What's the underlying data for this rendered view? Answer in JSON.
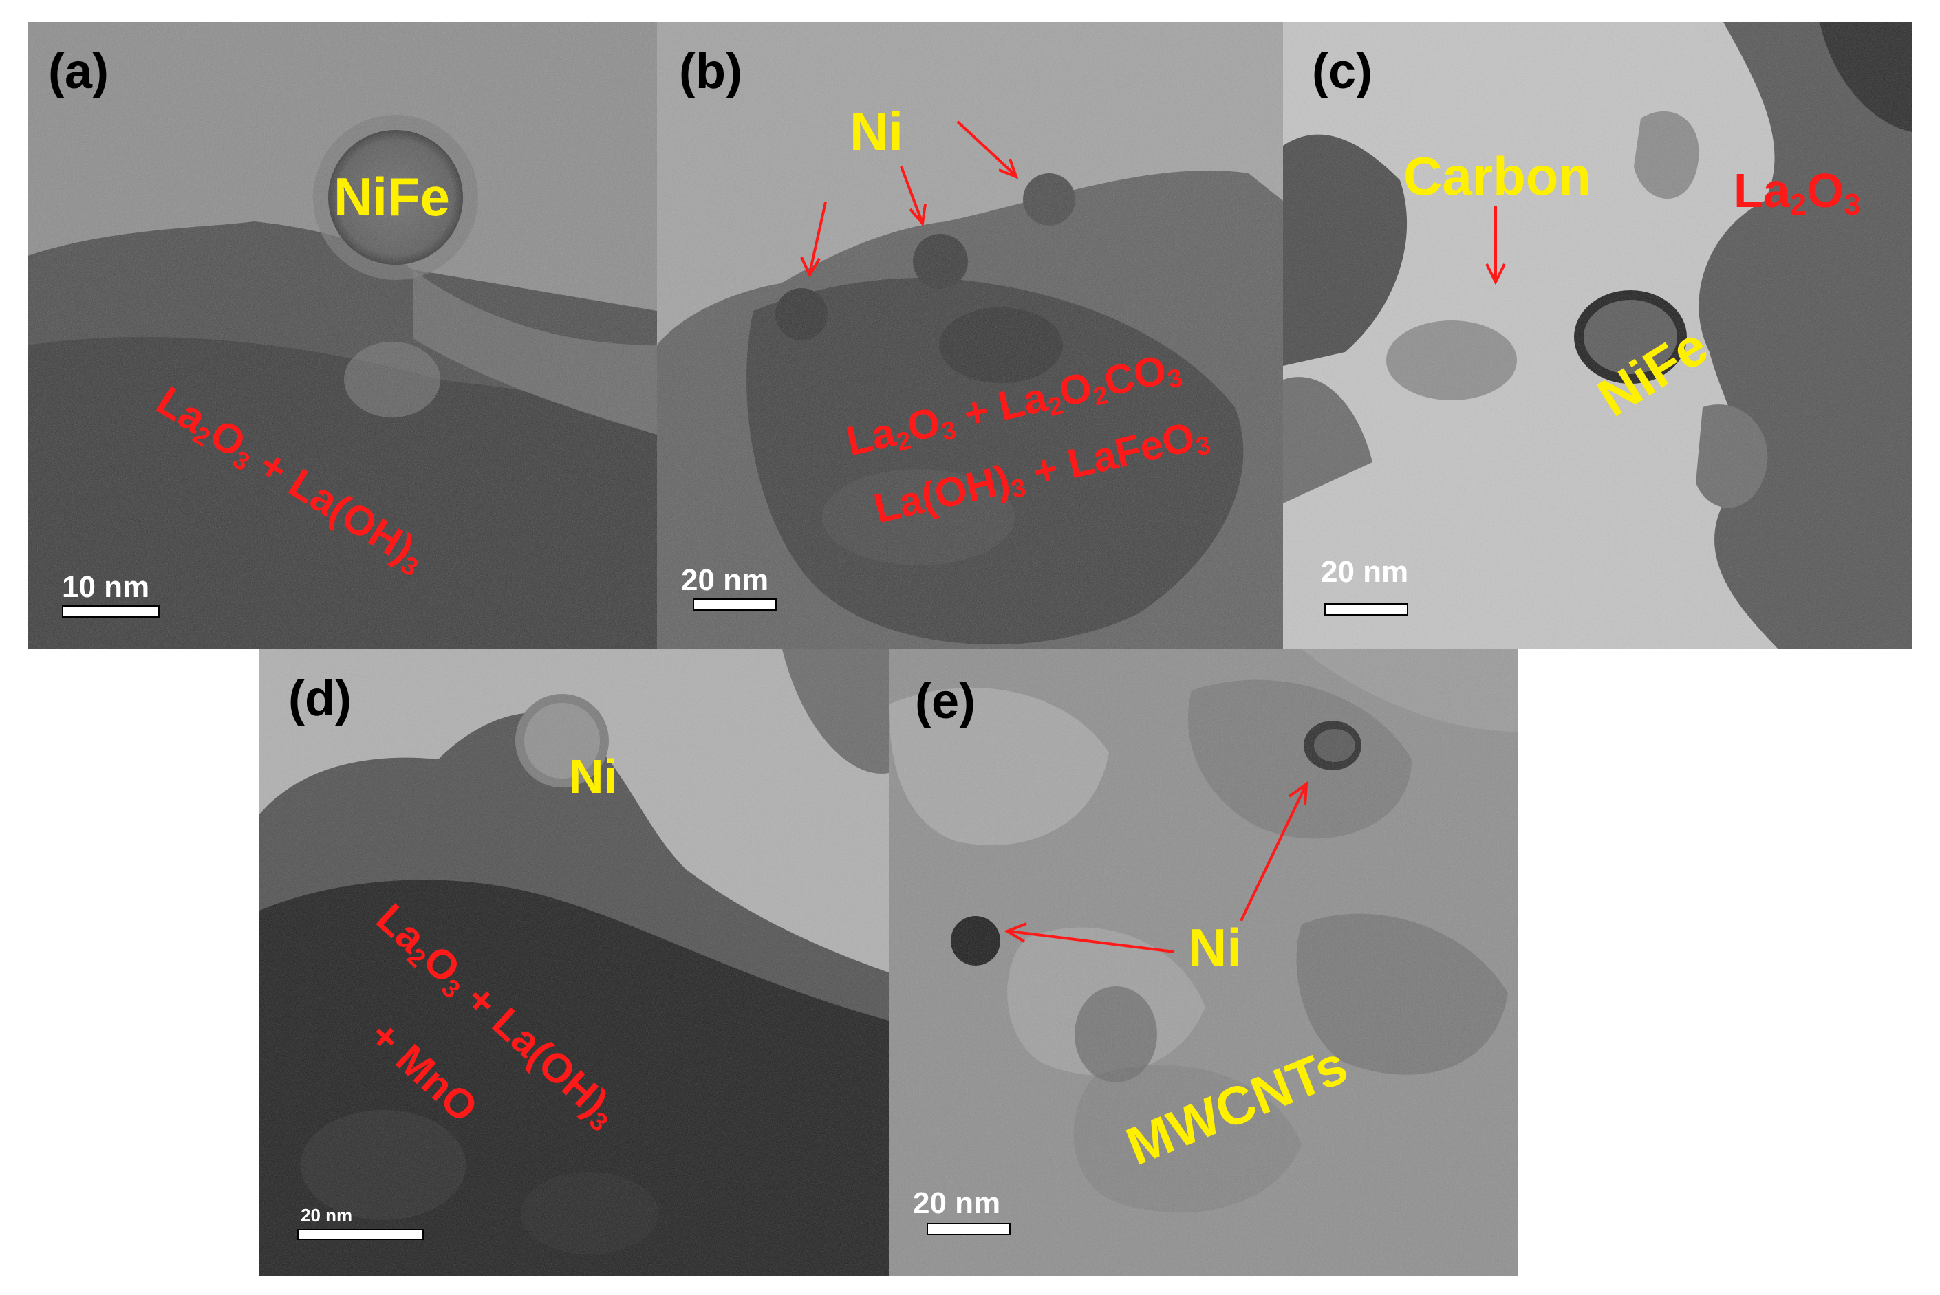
{
  "panels": {
    "a": {
      "letter": "(a)",
      "particle": "NiFe",
      "phase": {
        "parts": [
          {
            "t": "La"
          },
          {
            "s": "2"
          },
          {
            "t": "O"
          },
          {
            "s": "3"
          },
          {
            "t": " + La(OH)"
          },
          {
            "s": "3"
          }
        ]
      },
      "scale": "10 nm"
    },
    "b": {
      "letter": "(b)",
      "particle": "Ni",
      "phase_line1": {
        "parts": [
          {
            "t": "La"
          },
          {
            "s": "2"
          },
          {
            "t": "O"
          },
          {
            "s": "3"
          },
          {
            "t": " + La"
          },
          {
            "s": "2"
          },
          {
            "t": "O"
          },
          {
            "s": "2"
          },
          {
            "t": "CO"
          },
          {
            "s": "3"
          }
        ]
      },
      "phase_line2": {
        "parts": [
          {
            "t": "La(OH)"
          },
          {
            "s": "3"
          },
          {
            "t": " + LaFeO"
          },
          {
            "s": "3"
          }
        ]
      },
      "scale": "20 nm"
    },
    "c": {
      "letter": "(c)",
      "support": "Carbon",
      "particle": "NiFe",
      "phase": {
        "parts": [
          {
            "t": "La"
          },
          {
            "s": "2"
          },
          {
            "t": "O"
          },
          {
            "s": "3"
          }
        ]
      },
      "scale": "20 nm"
    },
    "d": {
      "letter": "(d)",
      "particle": "Ni",
      "phase_line1": {
        "parts": [
          {
            "t": "La"
          },
          {
            "s": "2"
          },
          {
            "t": "O"
          },
          {
            "s": "3"
          },
          {
            "t": " + La(OH)"
          },
          {
            "s": "3"
          }
        ]
      },
      "phase_line2": {
        "parts": [
          {
            "t": "+ MnO"
          }
        ]
      },
      "scale": "20 nm"
    },
    "e": {
      "letter": "(e)",
      "particle": "Ni",
      "support": "MWCNTs",
      "scale": "20 nm"
    }
  },
  "colors": {
    "particle_label": "#fff000",
    "phase_label": "#ff1a1a",
    "arrow": "#ff1a1a",
    "scalebar": "#ffffff"
  }
}
